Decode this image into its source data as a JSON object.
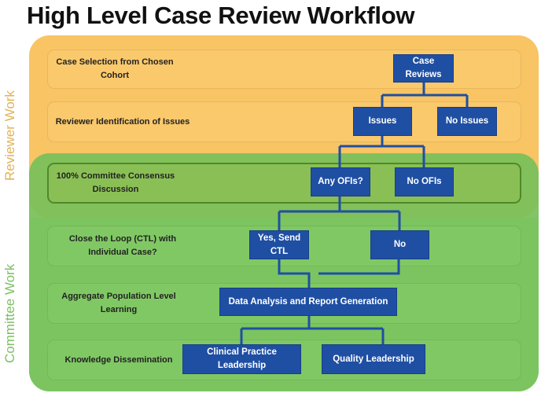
{
  "title": "High Level Case Review Workflow",
  "lanes": {
    "reviewer": {
      "label": "Reviewer Work",
      "color": "#f8c464"
    },
    "committee": {
      "label": "Committee Work",
      "color": "#7cc460"
    }
  },
  "rows": [
    {
      "label": "Case Selection from Chosen Cohort"
    },
    {
      "label": "Reviewer Identification of Issues"
    },
    {
      "label": "100% Committee Consensus Discussion"
    },
    {
      "label": "Close the Loop (CTL) with Individual Case?"
    },
    {
      "label": "Aggregate Population Level Learning"
    },
    {
      "label": "Knowledge Dissemination"
    }
  ],
  "nodes": {
    "case_reviews": "Case Reviews",
    "issues": "Issues",
    "no_issues": "No Issues",
    "any_ofis": "Any OFIs?",
    "no_ofis": "No OFIs",
    "yes_send_ctl": "Yes, Send CTL",
    "no": "No",
    "data_analysis": "Data Analysis and Report Generation",
    "clinical_practice": "Clinical Practice Leadership",
    "quality_leadership": "Quality Leadership"
  },
  "colors": {
    "node": "#1f4fa3",
    "connector": "#1f4fa3"
  }
}
